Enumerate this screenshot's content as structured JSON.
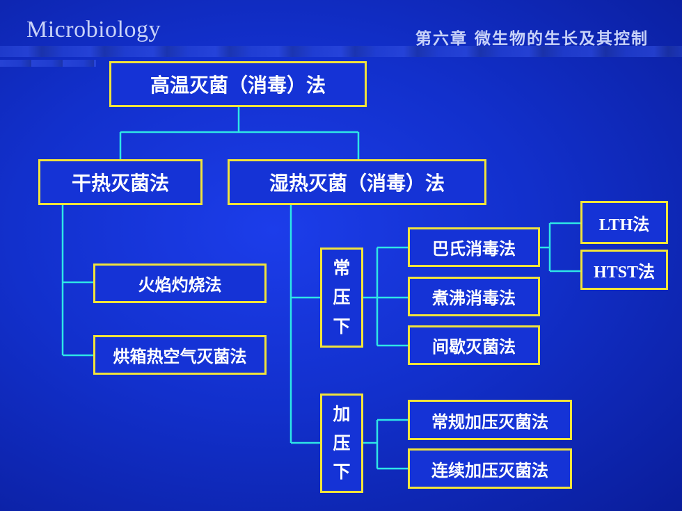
{
  "header": {
    "title": "Microbiology",
    "chapter": "第六章  微生物的生长及其控制"
  },
  "diagram": {
    "root": "高温灭菌（消毒）法",
    "dry_heat": {
      "label": "干热灭菌法",
      "children": [
        "火焰灼烧法",
        "烘箱热空气灭菌法"
      ]
    },
    "moist_heat": {
      "label": "湿热灭菌（消毒）法",
      "normal_pressure": {
        "chars": [
          "常",
          "压",
          "下"
        ],
        "children": [
          "巴氏消毒法",
          "煮沸消毒法",
          "间歇灭菌法"
        ],
        "pasteurization_children": [
          "LTH法",
          "HTST法"
        ]
      },
      "pressurized": {
        "chars": [
          "加",
          "压",
          "下"
        ],
        "children": [
          "常规加压灭菌法",
          "连续加压灭菌法"
        ]
      }
    }
  },
  "colors": {
    "box_border": "#f2e43a",
    "connector": "#2ee6e6",
    "text": "#ffffff",
    "background": "#1230cc"
  }
}
